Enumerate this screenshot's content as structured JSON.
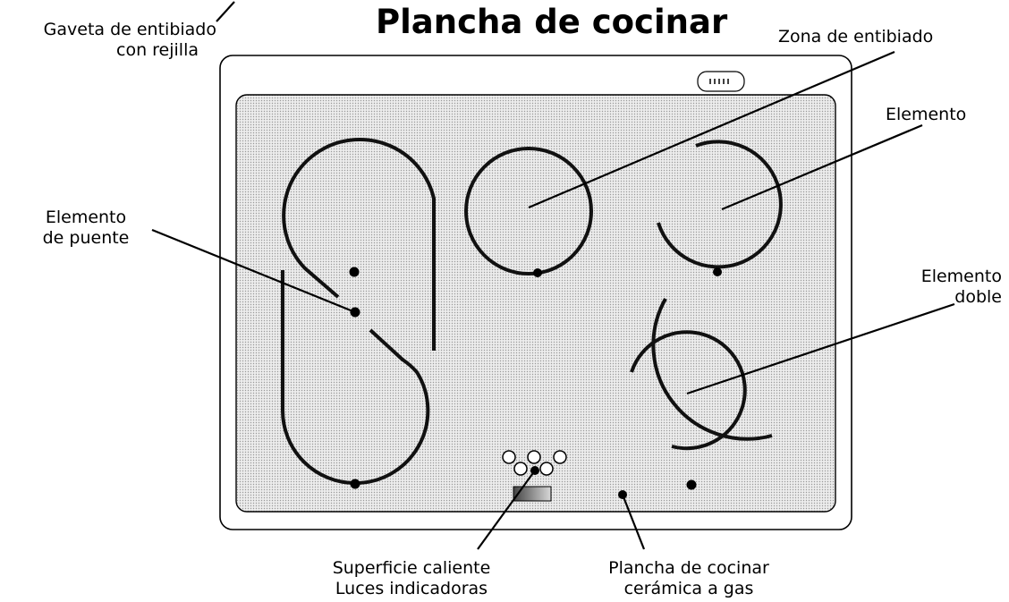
{
  "title": "Plancha de cocinar",
  "labels": {
    "warming_drawer_1": "Gaveta de entibiado",
    "warming_drawer_2": "con rejilla",
    "warming_zone": "Zona de entibiado",
    "element": "Elemento",
    "bridge_element_1": "Elemento",
    "bridge_element_2": "de puente",
    "dual_element_1": "Elemento",
    "dual_element_2": "doble",
    "hot_surface_1": "Superficie caliente",
    "hot_surface_2": "Luces indicadoras",
    "ceramic_cooktop_1": "Plancha de cocinar",
    "ceramic_cooktop_2": "cerámica a gas"
  },
  "colors": {
    "outline": "#000000",
    "glass_surface": "#e4e4e4"
  }
}
